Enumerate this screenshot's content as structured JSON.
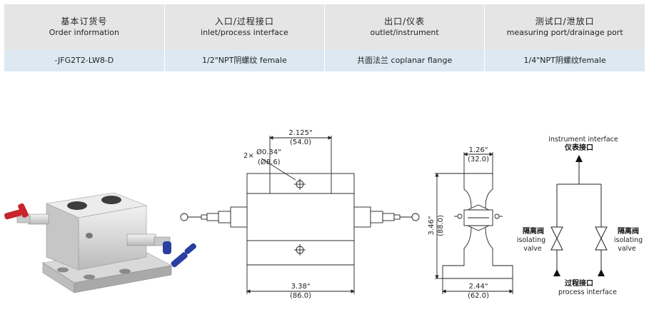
{
  "table": {
    "headers": [
      {
        "zh": "基本订货号",
        "en": "Order information"
      },
      {
        "zh": "入口/过程接口",
        "en": "inlet/process interface"
      },
      {
        "zh": "出口/仪表",
        "en": "outlet/instrument"
      },
      {
        "zh": "测试口/泄放口",
        "en": "measuring port/drainage port"
      }
    ],
    "row": [
      "-JFG2T2-LW8-D",
      "1/2\"NPT阴螺纹 female",
      "共面法兰 coplanar flange",
      "1/4\"NPT阴螺纹female"
    ]
  },
  "front_view": {
    "top_dim": "2.125\"",
    "top_dim_mm": "(54.0)",
    "hole_qty": "2×",
    "hole_dim": "Ø0.34\"",
    "hole_dim_mm": "(Ø8.6)",
    "bottom_dim": "3.38\"",
    "bottom_dim_mm": "(86.0)"
  },
  "side_view": {
    "top_dim": "1.26\"",
    "top_dim_mm": "(32.0)",
    "height_dim": "3.46\"",
    "height_dim_mm": "(88.0)",
    "bottom_dim": "2.44\"",
    "bottom_dim_mm": "(62.0)"
  },
  "schematic": {
    "instrument_en": "instrument interface",
    "instrument_zh": "仪表接口",
    "valve_zh": "隔离阀",
    "valve_en1": "isolating",
    "valve_en2": "valve",
    "process_zh": "过程接口",
    "process_en": "process interface"
  },
  "colors": {
    "header_bg": "#e4e5e4",
    "row_bg": "#dce9f2",
    "handle_red": "#c8242b",
    "handle_blue": "#2a3fa0"
  }
}
